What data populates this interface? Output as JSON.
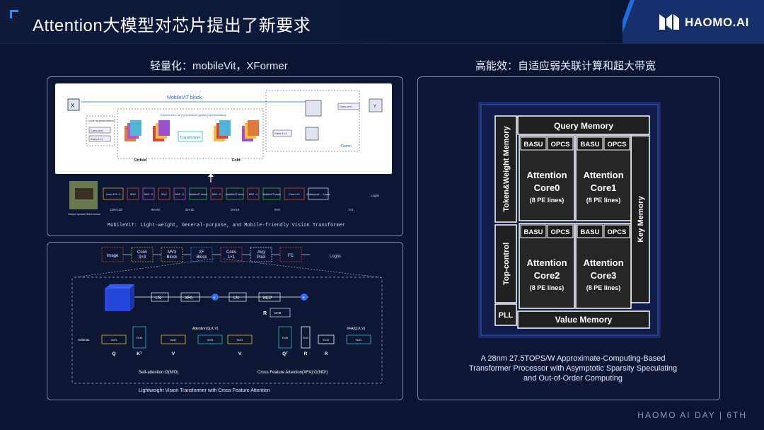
{
  "header": {
    "title": "Attention大模型对芯片提出了新要求",
    "brand": "HAOMO.AI"
  },
  "left": {
    "title": "轻量化：mobileVit，XFormer",
    "top_panel": {
      "caption": "MobileViT: Light-weight, General-purpose, and Mobile-friendly Vision Transformer",
      "block_title": "MobileViT block",
      "local_rep": "Local representations",
      "transformers_label": "Transformers as Convolutions (global representation)",
      "conv_nxn": "Conv-n×n",
      "conv_1x1": "Conv-1×1",
      "unfold": "Unfold",
      "fold": "Fold",
      "transformer": "Transformer",
      "fusion": "Fusion",
      "conv_1x1_b": "Conv-1×1",
      "conv_nxn_b": "Conv-n×n",
      "pipeline": [
        "Conv-3×3 ↓2",
        "MV2",
        "MV2 ↓2",
        "MV2",
        "MV2 ↓2",
        "MobileViT block",
        "MV2 ↓2",
        "MobileViT block",
        "MV2 ↓2",
        "MobileViT block",
        "Conv-1×1",
        "Global pool → Linear"
      ],
      "logits": "Logits",
      "sizes": [
        "128×128",
        "64×64",
        "32×32",
        "16×16",
        "8×8",
        "1×1"
      ],
      "spatial": "Output spatial dimensions"
    },
    "bottom_panel": {
      "caption": "Lightweight Vision Transformer with Cross Feature Attention",
      "flow": [
        "Image",
        "Conv 3×3",
        "MV3 Block",
        "XF Block",
        "Conv 1×1",
        "Avg Pool",
        "FC"
      ],
      "logits": "Logits",
      "ln": "LN",
      "xfa": "XFA",
      "mlp": "MLP",
      "attention_label": "Attention(Q,K,V)",
      "xfa_label": "XFA(Q,K,V)",
      "softmax": "Softmax",
      "nd": "N×D",
      "dn": "D×N",
      "dd": "D×D",
      "q": "Q",
      "kt": "Kᵀ",
      "v": "V",
      "qt": "Qᵀ",
      "r": "R",
      "self_att": "Self-attention:O(N²D)",
      "cross_att": "Cross Feature Attention(XFA):O(ND²)"
    }
  },
  "right": {
    "title": "高能效：自适应弱关联计算和超大带宽",
    "chip": {
      "query_memory": "Query Memory",
      "value_memory": "Value Memory",
      "token_weight_memory": "Token&Weight Memory",
      "key_memory": "Key Memory",
      "top_control": "Top-control",
      "pll": "PLL",
      "basu": "BASU",
      "opcs": "OPCS",
      "cores": [
        {
          "name": "Attention",
          "core": "Core0",
          "pe": "(8 PE lines)"
        },
        {
          "name": "Attention",
          "core": "Core1",
          "pe": "(8 PE lines)"
        },
        {
          "name": "Attention",
          "core": "Core2",
          "pe": "(8 PE lines)"
        },
        {
          "name": "Attention",
          "core": "Core3",
          "pe": "(8 PE lines)"
        }
      ]
    },
    "caption_lines": [
      "A 28nm 27.5TOPS/W Approximate-Computing-Based",
      "Transformer Processor with Asymptotic Sparsity Speculating",
      "and Out-of-Order Computing"
    ]
  },
  "footer": "HAOMO AI DAY | 6TH"
}
